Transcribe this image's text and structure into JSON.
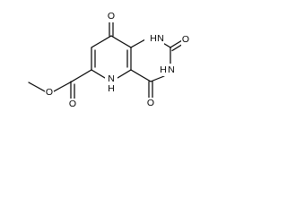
{
  "molecule": {
    "atoms": {
      "o_ester_carbonyl": "O",
      "o_ester_methoxy": "O",
      "n5": "N",
      "h5": "H",
      "o4": "O",
      "n3": "N",
      "h3": "H",
      "o2": "O",
      "n1": "N",
      "h1": "H",
      "o8": "O"
    }
  }
}
